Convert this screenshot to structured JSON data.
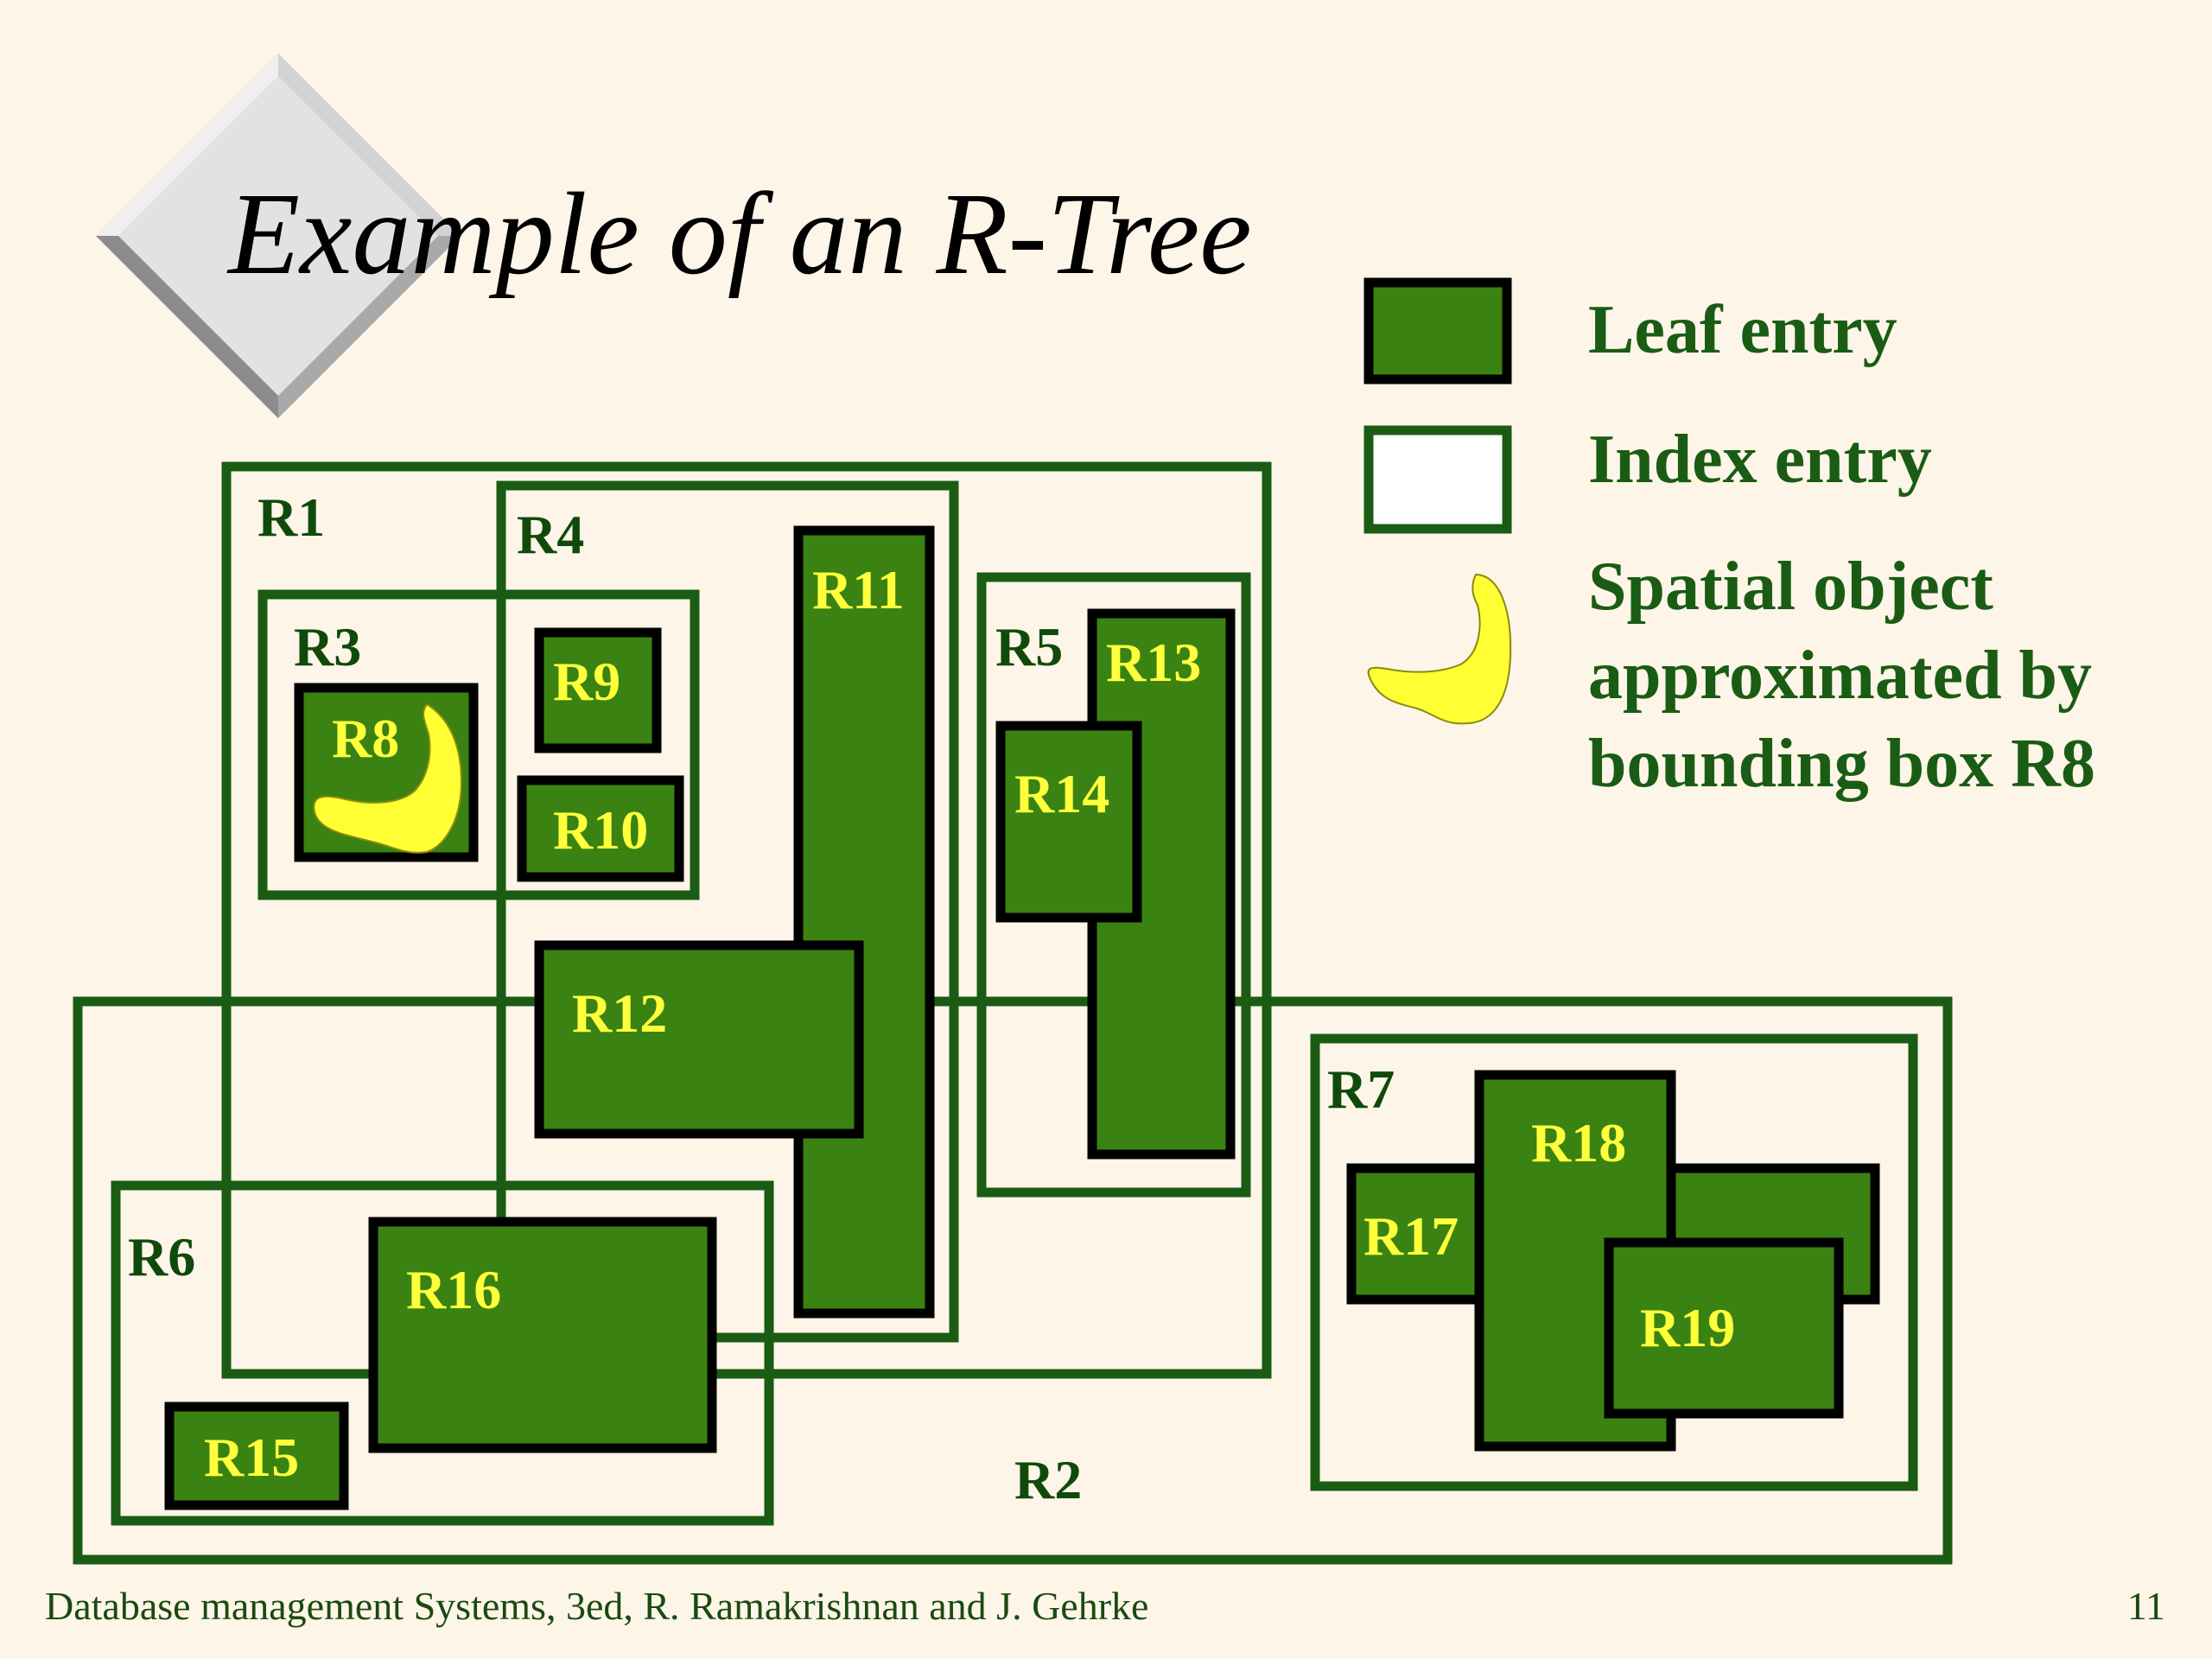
{
  "title": "Example of an R-Tree",
  "colors": {
    "background": "#fdf5e8",
    "index_border": "#1a5c14",
    "leaf_fill": "#3a8212",
    "leaf_border": "#000000",
    "leaf_label": "#ffff3c",
    "index_label": "#0f4a0c",
    "spatial_object": "#ffff33",
    "legend_text": "#1a5c14"
  },
  "legend": {
    "leaf_entry": "Leaf entry",
    "index_entry": "Index entry",
    "spatial_object_lines": [
      "Spatial object",
      "approximated by",
      "bounding box R8"
    ]
  },
  "regions": {
    "R1": "R1",
    "R2": "R2",
    "R3": "R3",
    "R4": "R4",
    "R5": "R5",
    "R6": "R6",
    "R7": "R7",
    "R8": "R8",
    "R9": "R9",
    "R10": "R10",
    "R11": "R11",
    "R12": "R12",
    "R13": "R13",
    "R14": "R14",
    "R15": "R15",
    "R16": "R16",
    "R17": "R17",
    "R18": "R18",
    "R19": "R19"
  },
  "footer": {
    "citation": "Database management Systems, 3ed, R. Ramakrishnan and J. Gehrke",
    "page_number": "11"
  }
}
